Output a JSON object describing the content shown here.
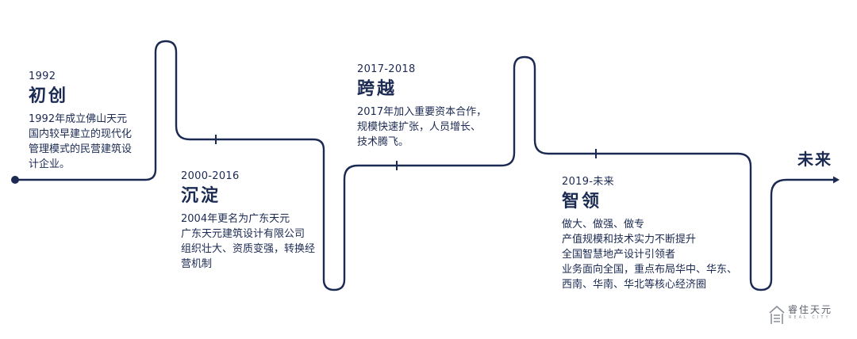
{
  "milestones": [
    {
      "year": "1992",
      "title": "初创",
      "lines": [
        "1992年成立佛山天元",
        "国内较早建立的现代化",
        "管理模式的民营建筑设",
        "计企业。"
      ]
    },
    {
      "year": "2000-2016",
      "title": "沉淀",
      "lines": [
        "2004年更名为广东天元",
        "广东天元建筑设计有限公司",
        "组织壮大、资质变强，转换经",
        "营机制"
      ]
    },
    {
      "year": "2017-2018",
      "title": "跨越",
      "lines": [
        "2017年加入重要资本合作，",
        "规模快速扩张，人员增长、",
        "技术腾飞。"
      ]
    },
    {
      "year": "2019-未来",
      "title": "智领",
      "lines": [
        "做大、做强、做专",
        "产值规模和技术实力不断提升",
        "全国智慧地产设计引领者",
        "业务面向全国，重点布局华中、华东、",
        "西南、华南、华北等核心经济圈"
      ]
    }
  ],
  "future_label": "未来",
  "logo": {
    "name": "睿住天元",
    "sub": "REAL CITY"
  },
  "colors": {
    "line": "#1b2a52",
    "text": "#1b2a52"
  }
}
